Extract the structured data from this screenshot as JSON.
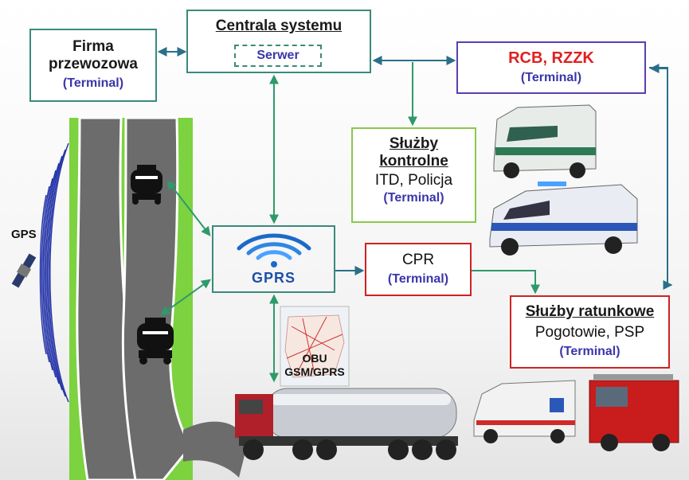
{
  "firma": {
    "line1": "Firma",
    "line2": "przewozowa",
    "terminal": "(Terminal)"
  },
  "central": {
    "title": "Centrala systemu",
    "server": "Serwer"
  },
  "rcb": {
    "title": "RCB, RZZK",
    "terminal": "(Terminal)"
  },
  "kontrol": {
    "line1": "Służby",
    "line2": "kontrolne",
    "line3": "ITD, Policja",
    "terminal": "(Terminal)"
  },
  "gprs": {
    "label": "GPRS"
  },
  "cpr": {
    "title": "CPR",
    "terminal": "(Terminal)"
  },
  "ratunk": {
    "title": "Służby ratunkowe",
    "line2": "Pogotowie, PSP",
    "terminal": "(Terminal)"
  },
  "gps_label": "GPS",
  "obu": {
    "line1": "OBU",
    "line2": "GSM/GPRS"
  },
  "colors": {
    "teal": "#3a8a7a",
    "purple": "#5a3fb0",
    "red": "#d02222",
    "green": "#8ac84a",
    "arrow": "#3aa078",
    "terminal": "#3a36a8"
  }
}
